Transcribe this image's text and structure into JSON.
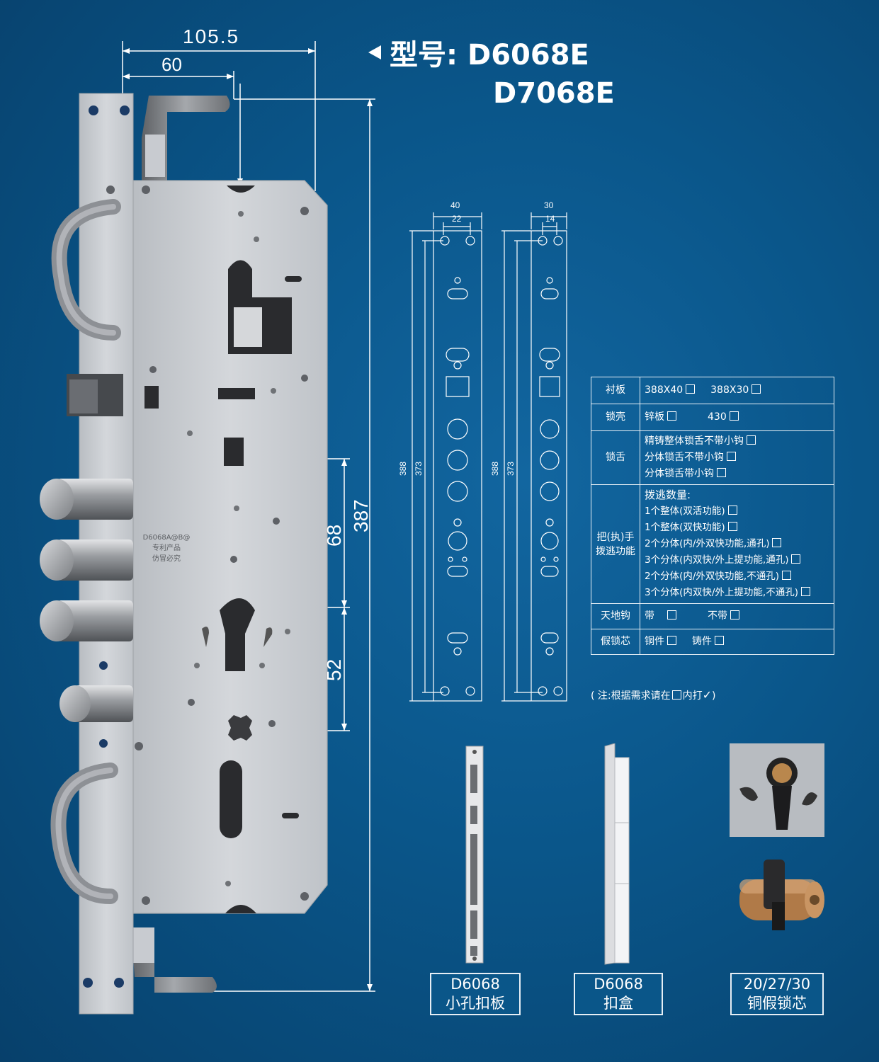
{
  "title": {
    "label": "型号:",
    "model_1": "D6068E",
    "model_2": "D7068E"
  },
  "main_dimensions": {
    "width_outer": "105.5",
    "width_inner": "60",
    "height_total": "387",
    "spacing_upper": "68",
    "spacing_lower": "52"
  },
  "lock_body_marking": {
    "line_1": "D6068A@B@",
    "line_2": "专利产品",
    "line_3": "仿冒必究"
  },
  "faceplate_40": {
    "width_outer": "40",
    "width_inner": "22",
    "length_outer": "388",
    "length_inner": "373"
  },
  "faceplate_30": {
    "width_outer": "30",
    "width_inner": "14",
    "length_outer": "388",
    "length_inner": "373"
  },
  "spec_table": {
    "lining": {
      "label": "衬板",
      "opt_1": "388X40",
      "opt_2": "388X30"
    },
    "shell": {
      "label": "锁壳",
      "opt_1": "锌板",
      "opt_2": "430"
    },
    "latch": {
      "label": "锁舌",
      "opt_1": "精铸整体锁舌不带小钩",
      "opt_2": "分体锁舌不带小钩",
      "opt_3": "分体锁舌带小钩"
    },
    "handle": {
      "label": "把(执)手拨逃功能",
      "heading": "拨逃数量:",
      "opt_1": "1个整体(双活功能)",
      "opt_2": "1个整体(双快功能)",
      "opt_3": "2个分体(内/外双快功能,通孔)",
      "opt_4": "3个分体(内双快/外上提功能,通孔)",
      "opt_5": "2个分体(内/外双快功能,不通孔)",
      "opt_6": "3个分体(内双快/外上提功能,不通孔)"
    },
    "rod": {
      "label": "天地钩",
      "opt_1": "带",
      "opt_2": "不带"
    },
    "dummy": {
      "label": "假锁芯",
      "opt_1": "铜件",
      "opt_2": "铸件"
    }
  },
  "note": {
    "before": "( 注:根据需求请在",
    "after": "内打",
    "end": ")"
  },
  "products": {
    "strike_plate": {
      "line_1": "D6068",
      "line_2": "小孔扣板"
    },
    "strike_box": {
      "line_1": "D6068",
      "line_2": "扣盒"
    },
    "dummy_cylinder": {
      "line_1": "20/27/30",
      "line_2": "铜假锁芯"
    }
  },
  "colors": {
    "background": "#0a568a",
    "steel": "#c9ccd0",
    "line": "#ffffff"
  }
}
